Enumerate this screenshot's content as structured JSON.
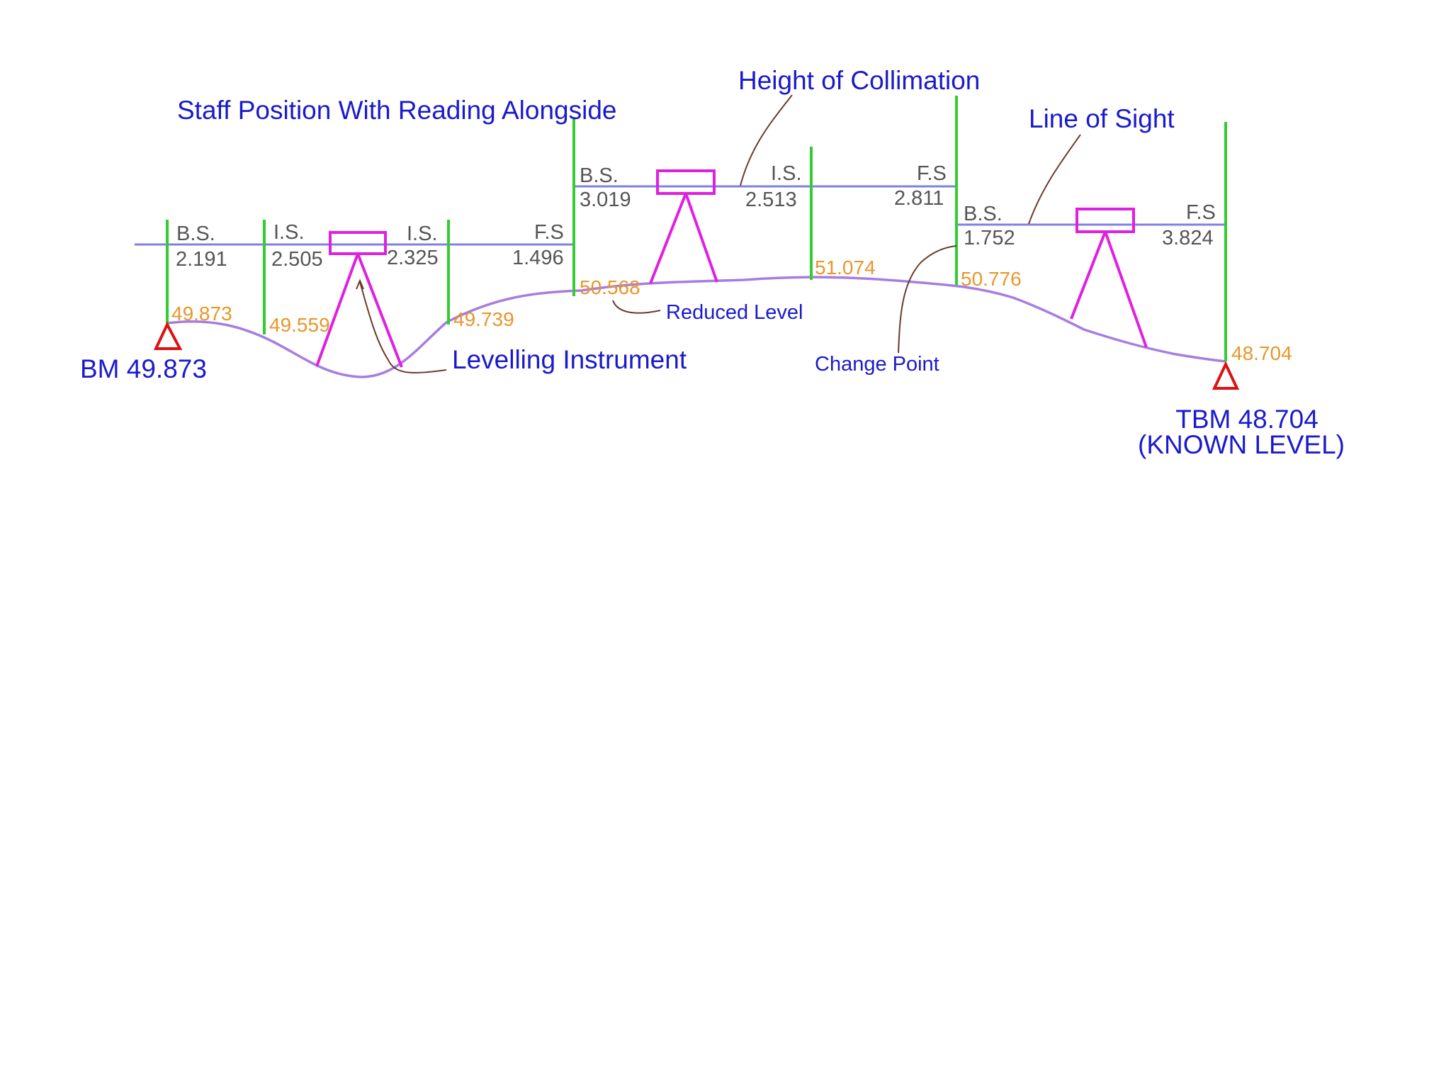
{
  "labels": {
    "staff_position": "Staff Position With Reading Alongside",
    "height_of_collimation": "Height of Collimation",
    "line_of_sight": "Line of Sight",
    "levelling_instrument": "Levelling Instrument",
    "reduced_level": "Reduced Level",
    "change_point": "Change Point",
    "bm": "BM 49.873",
    "tbm_line1": "TBM 48.704",
    "tbm_line2": "(KNOWN LEVEL)"
  },
  "setups": [
    {
      "readings": [
        {
          "type": "B.S.",
          "value": "2.191",
          "rl": "49.873"
        },
        {
          "type": "I.S.",
          "value": "2.505",
          "rl": "49.559"
        },
        {
          "type": "I.S.",
          "value": "2.325",
          "rl": "49.739"
        },
        {
          "type": "F.S",
          "value": "1.496",
          "rl": "50.568"
        }
      ]
    },
    {
      "readings": [
        {
          "type": "B.S.",
          "value": "3.019"
        },
        {
          "type": "I.S.",
          "value": "2.513",
          "rl": "51.074"
        },
        {
          "type": "F.S",
          "value": "2.811",
          "rl": "50.776"
        }
      ]
    },
    {
      "readings": [
        {
          "type": "B.S.",
          "value": "1.752"
        },
        {
          "type": "F.S",
          "value": "3.824",
          "rl": "48.704"
        }
      ]
    }
  ],
  "colors": {
    "staff": "#33cc33",
    "sight_line": "#8080e0",
    "ground": "#a77de0",
    "instrument": "#e020e0",
    "label_blue": "#1a1acc",
    "reading_gray": "#555555",
    "reduced_level_orange": "#e8962a",
    "benchmark_red": "#dd1111"
  }
}
